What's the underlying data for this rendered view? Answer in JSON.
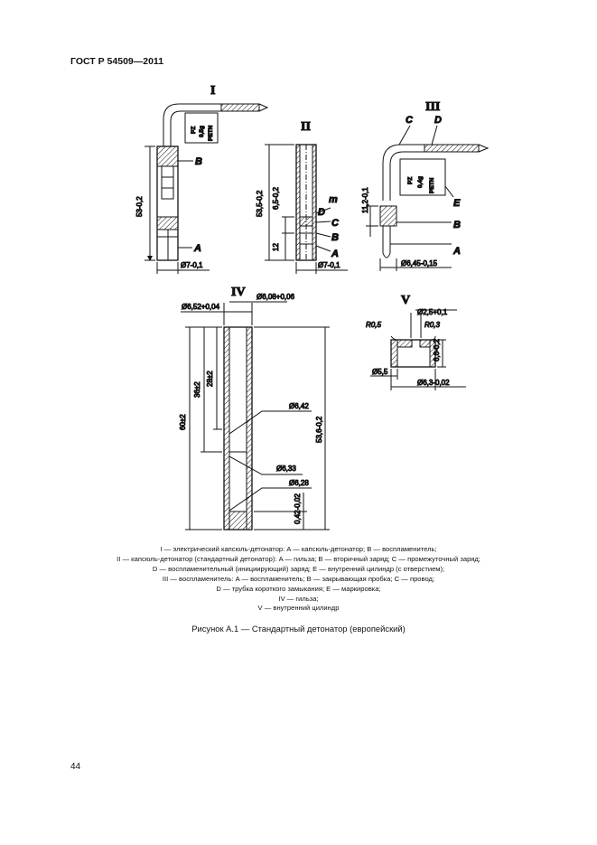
{
  "header": {
    "standard": "ГОСТ Р 54509—2011"
  },
  "views": {
    "I": {
      "label": "I",
      "box_pz": "PZ",
      "box_mass": "0,5g",
      "box_petn": "PETN",
      "callout_b": "B",
      "callout_a": "A",
      "dim_length": "53-0,2",
      "dim_diameter": "Ø7-0,1"
    },
    "II": {
      "label": "II",
      "callouts": [
        "D",
        "m",
        "C",
        "B",
        "A"
      ],
      "dim_total": "53,5-0,2",
      "dim_mid": "6,5-0,2",
      "dim_bottom": "12",
      "dim_diameter": "Ø7-0,1"
    },
    "III": {
      "label": "III",
      "callout_c": "C",
      "callout_d": "D",
      "callout_e": "E",
      "callout_b": "B",
      "callout_a": "A",
      "box_pz": "PZ",
      "box_mass": "0,4g",
      "box_petn": "PETN",
      "dim_length": "11,2-0,1",
      "dim_diameter": "Ø6,45-0,15"
    },
    "IV": {
      "label": "IV",
      "dim_outer": "Ø6,52+0,04",
      "dim_top": "Ø6,08+0,06",
      "dim_60": "60±2",
      "dim_36": "36±2",
      "dim_28": "28±2",
      "dim_645": "Ø6,42",
      "dim_633": "Ø6,33",
      "dim_628": "Ø6,28",
      "dim_042": "0,42-0,02",
      "dim_536": "53,6-0,2"
    },
    "V": {
      "label": "V",
      "dim_top": "Ø2,5+0,1",
      "dim_r05": "R0,5",
      "dim_r03": "R0,3",
      "dim_height": "6,6-0,2",
      "dim_inner": "Ø5,5",
      "dim_outer": "Ø6,3-0,02"
    }
  },
  "legend": [
    "I — электрический капсюль-детонатор: A — капсюль-детонатор; B — воспламенитель;",
    "II — капсюль-детонатор (стандартный детонатор): A — гильза; B — вторичный заряд; C — промежуточный заряд;",
    "D — воспламенительный (инициирующий) заряд; E — внутренний цилиндр (с отверстием);",
    "III — воспламенитель: A — воспламенитель; B — закрывающая пробка; C — провод;",
    "D — трубка короткого замыкания; E — маркировка;",
    "IV — гильза;",
    "V — внутренний цилиндр"
  ],
  "caption": "Рисунок А.1 — Стандартный детонатор (европейский)",
  "page_number": "44"
}
